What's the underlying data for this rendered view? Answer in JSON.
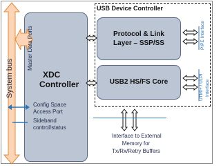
{
  "diagram": {
    "system_bus": "System bus",
    "master_data_ports": "Master Data Ports",
    "xdc_controller": {
      "line1": "XDC",
      "line2": "Controller"
    },
    "config_space": {
      "line1": "Config Space",
      "line2": "Access Port"
    },
    "sideband": {
      "line1": "Sideband",
      "line2": "control/status"
    },
    "usb_device_controller": "USB Device Controller",
    "protocol_link": {
      "line1": "Protocol & Link",
      "line2": "Layer – SSP/SS"
    },
    "usb2_core": "USB2 HS/FS Core",
    "pipe_interface": "PIPE Interface",
    "utmi_interface": {
      "line1": "UTMI+ / ULPI",
      "line2": "Interface"
    },
    "external_memory": {
      "line1": "Interface to External",
      "line2": "Memory for",
      "line3": "Tx/Rx/Retry Buffers"
    }
  },
  "colors": {
    "box_fill": "#bcc5d3",
    "bus_fill": "#fbd5b5",
    "arrow_blue": "#2f75b5",
    "text_dark": "#1e2a4a"
  }
}
